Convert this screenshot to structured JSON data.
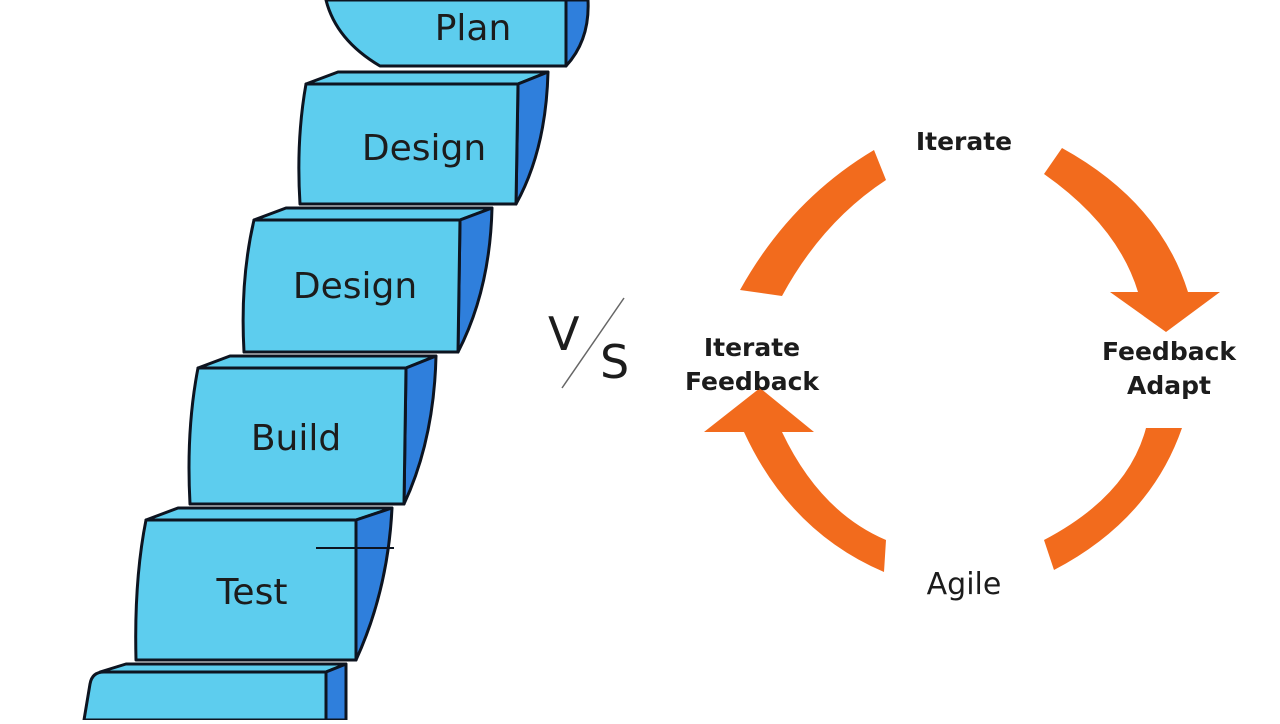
{
  "waterfall": {
    "steps": [
      {
        "label": "Plan"
      },
      {
        "label": "Design"
      },
      {
        "label": "Design"
      },
      {
        "label": "Build"
      },
      {
        "label": "Test"
      },
      {
        "label": ""
      }
    ]
  },
  "versus": {
    "v": "V",
    "s": "S"
  },
  "agile": {
    "title": "Agile",
    "top_label": "Iterate",
    "left_label_line1": "Iterate",
    "left_label_line2": "Feedback",
    "right_label_line1": "Feedback",
    "right_label_line2": "Adapt"
  },
  "colors": {
    "step_face": "#5dcdee",
    "step_side": "#2f7fdc",
    "outline": "#0d1420",
    "arrow": "#f26b1d"
  }
}
